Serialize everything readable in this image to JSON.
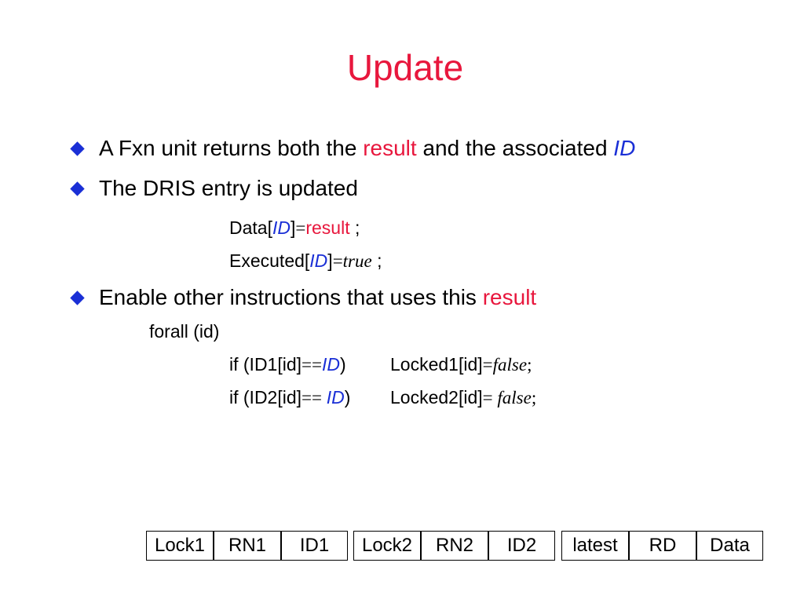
{
  "slide": {
    "title": "Update",
    "bullets": [
      {
        "parts": [
          "A Fxn unit returns both the ",
          "result",
          " and the associated ",
          "ID"
        ]
      },
      {
        "parts": [
          "The DRIS entry is updated"
        ]
      },
      {
        "parts": [
          "Enable other instructions that uses this ",
          "result"
        ]
      }
    ],
    "update_lines": [
      {
        "parts": [
          "Data[",
          "ID",
          "]",
          "=",
          "result",
          " ;"
        ]
      },
      {
        "parts": [
          "Executed[",
          "ID",
          "]",
          "=",
          "true",
          " ;"
        ]
      }
    ],
    "forall_line": "forall (id)",
    "if_lines": [
      {
        "parts": [
          "if (ID1[id]",
          "==",
          "ID",
          ")",
          "Locked1[id]",
          "=",
          "false",
          ";"
        ]
      },
      {
        "parts": [
          "if (ID2[id]",
          "== ",
          "ID",
          ")",
          "Locked2[id]",
          "= ",
          "false",
          ";"
        ]
      }
    ],
    "tables": [
      {
        "cells": [
          "Lock1",
          "RN1",
          "ID1"
        ]
      },
      {
        "cells": [
          "Lock2",
          "RN2",
          "ID2"
        ]
      },
      {
        "cells": [
          "latest",
          "RD",
          "Data"
        ]
      }
    ]
  },
  "colors": {
    "title": "#e8173d",
    "highlight_red": "#e8173d",
    "highlight_blue": "#1a2fd6",
    "bullet": "#1a2fd6"
  }
}
